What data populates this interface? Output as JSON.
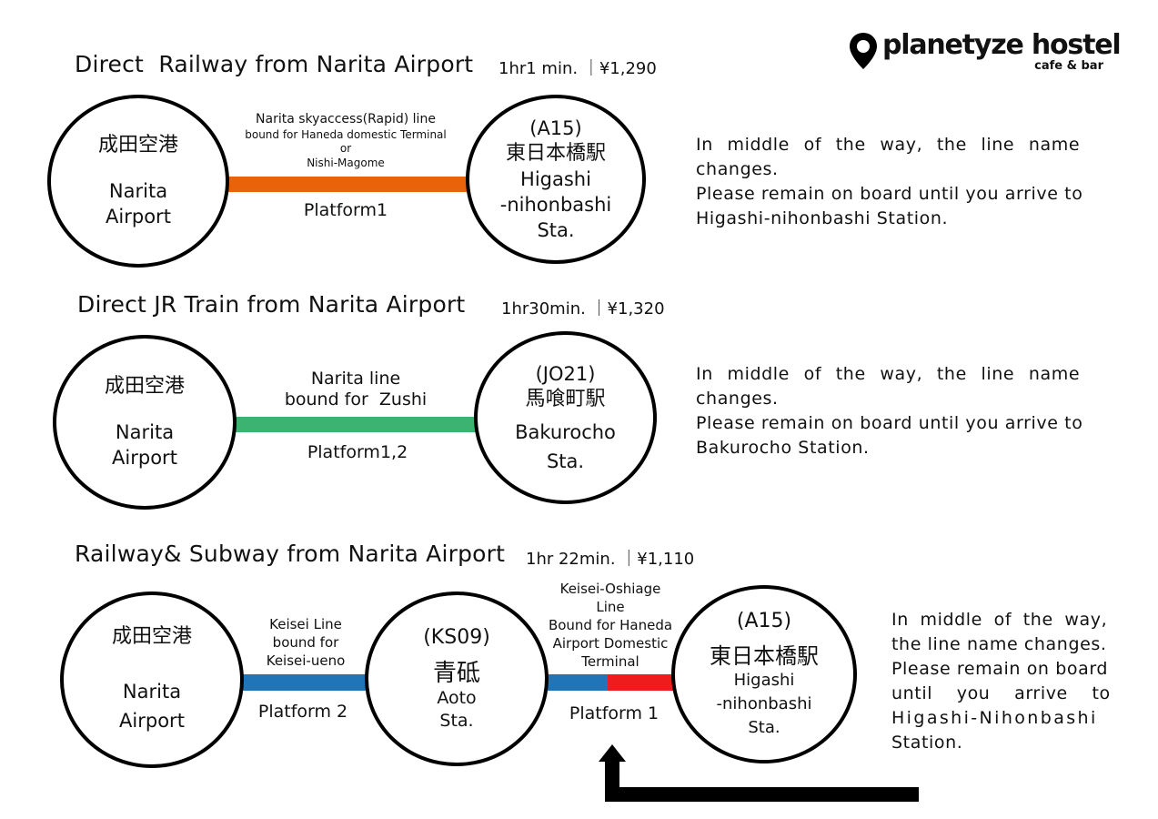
{
  "logo": {
    "name": "planetyze hostel",
    "tagline": "cafe & bar"
  },
  "routes": [
    {
      "title": "Direct  Railway from Narita Airport",
      "meta": "1hr1 min. ｜¥1,290",
      "origin": {
        "jp": "成田空港",
        "en1": "Narita",
        "en2": "Airport"
      },
      "dest": {
        "code": "(A15)",
        "jp": "東日本橋駅",
        "en1": "Higashi",
        "en2": "-nihonbashi",
        "en3": "Sta."
      },
      "line_top": [
        "Narita skyaccess(Rapid) line",
        "bound for  Haneda domestic Terminal",
        "or",
        "Nishi-Magome"
      ],
      "platform": "Platform1",
      "color": "#e8630a",
      "note": [
        "In middle of the way, the line name",
        "changes.",
        "Please remain on board until you arrive to",
        "Higashi-nihonbashi Station."
      ]
    },
    {
      "title": "Direct JR Train from Narita Airport",
      "meta": "1hr30min. ｜¥1,320",
      "origin": {
        "jp": "成田空港",
        "en1": "Narita",
        "en2": "Airport"
      },
      "dest": {
        "code": "(JO21)",
        "jp": "馬喰町駅",
        "en1": "Bakurocho",
        "en2": "Sta."
      },
      "line_top": [
        "Narita line",
        "bound for  Zushi"
      ],
      "platform": "Platform1,2",
      "color": "#3cb371",
      "note": [
        "In middle of the way, the line name",
        "changes.",
        "Please remain on board until you arrive to",
        "Bakurocho Station."
      ]
    },
    {
      "title": "Railway& Subway from Narita Airport",
      "meta": "1hr 22min. ｜¥1,110",
      "origin": {
        "jp": "成田空港",
        "en1": "Narita",
        "en2": "Airport"
      },
      "mid": {
        "code": "(KS09)",
        "jp": "青砥",
        "en1": "Aoto",
        "en2": "Sta."
      },
      "dest": {
        "code": "(A15)",
        "jp": "東日本橋駅",
        "en1": "Higashi",
        "en2": "-nihonbashi",
        "en3": "Sta."
      },
      "line1_top": [
        "Keisei Line",
        "bound for",
        "Keisei-ueno"
      ],
      "line1_platform": "Platform 2",
      "line2_top": [
        "Keisei-Oshiage",
        "Line",
        "Bound for Haneda",
        "Airport Domestic",
        "Terminal"
      ],
      "line2_platform": "Platform 1",
      "color_blue": "#1f75b8",
      "color_red": "#ee1c1c",
      "note": [
        "In middle of the way,",
        "the line name changes.",
        "Please remain on board",
        "until you arrive to",
        "Higashi-Nihonbashi",
        "Station."
      ]
    }
  ]
}
